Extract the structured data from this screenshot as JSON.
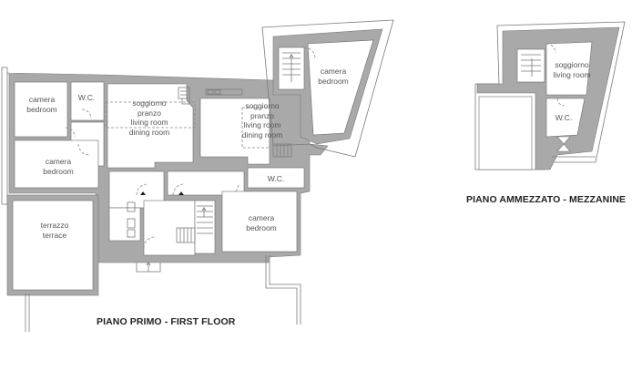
{
  "first_floor": {
    "title": "PIANO PRIMO - FIRST FLOOR",
    "rooms": [
      {
        "id": "bedroom-1",
        "label": "camera\nbedroom"
      },
      {
        "id": "wc-1",
        "label": "W.C."
      },
      {
        "id": "living-1",
        "label": "soggiorno\npranzo\nliving room\ndining room"
      },
      {
        "id": "bedroom-2",
        "label": "camera\nbedroom"
      },
      {
        "id": "living-2",
        "label": "soggiorno\npranzo\nliving room\ndining room"
      },
      {
        "id": "bedroom-3",
        "label": "camera\nbedroom"
      },
      {
        "id": "wc-2",
        "label": "W.C."
      },
      {
        "id": "bedroom-4",
        "label": "camera\nbedroom"
      },
      {
        "id": "terrace",
        "label": "terrazzo\nterrace"
      }
    ]
  },
  "mezzanine": {
    "title": "PIANO AMMEZZATO - MEZZANINE",
    "rooms": [
      {
        "id": "living-m",
        "label": "soggiorno\nliving room"
      },
      {
        "id": "wc-m",
        "label": "W.C."
      }
    ]
  },
  "colors": {
    "wall": "#a9a9a9",
    "background": "#ffffff",
    "text": "#555555"
  }
}
